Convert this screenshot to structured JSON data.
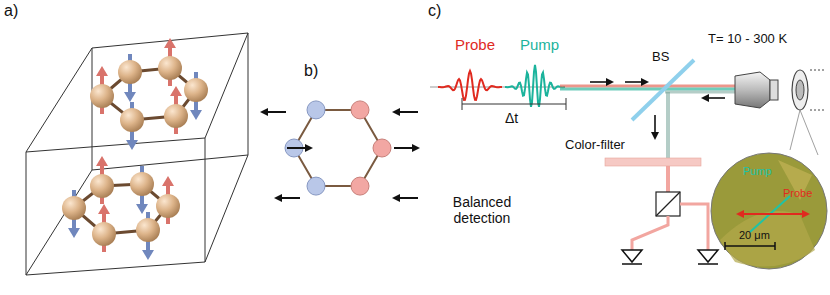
{
  "diagram": {
    "nodes": [
      {
        "text": [
          "Pump",
          "Probe",
          "20 μm"
        ]
      }
    ],
    "labels": [
      "a)",
      "b)",
      "c)",
      "Probe",
      "Pump",
      "Δt",
      "BS",
      "T= 10 - 300 K",
      "Color-filter",
      "Balanced detection"
    ]
  }
}
